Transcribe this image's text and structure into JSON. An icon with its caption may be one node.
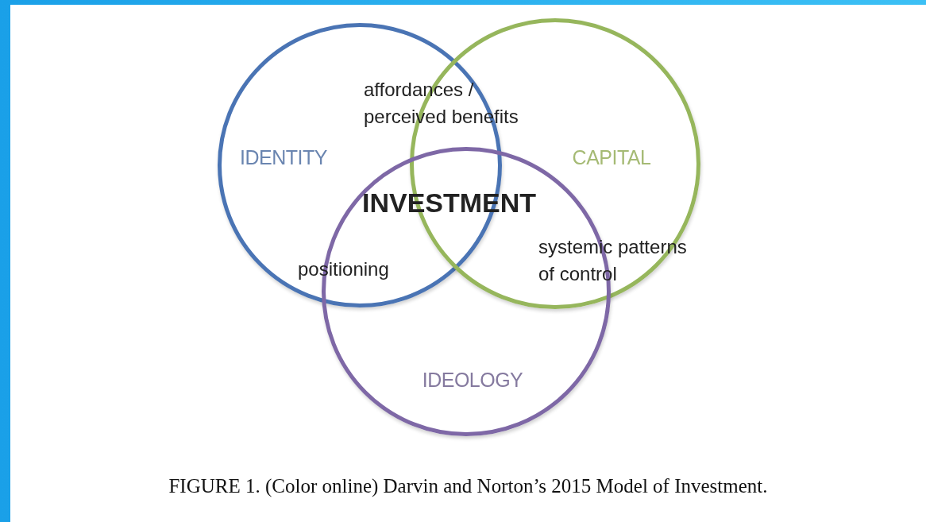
{
  "diagram": {
    "caption": "FIGURE 1. (Color online) Darvin and Norton’s 2015 Model of Investment.",
    "nodes": [
      {
        "text": [
          "IDENTITY"
        ]
      },
      {
        "text": [
          "CAPITAL"
        ]
      },
      {
        "text": [
          "IDEOLOGY"
        ]
      }
    ],
    "labels": [
      "affordances / perceived benefits",
      "INVESTMENT",
      "positioning",
      "systemic patterns of control"
    ]
  }
}
